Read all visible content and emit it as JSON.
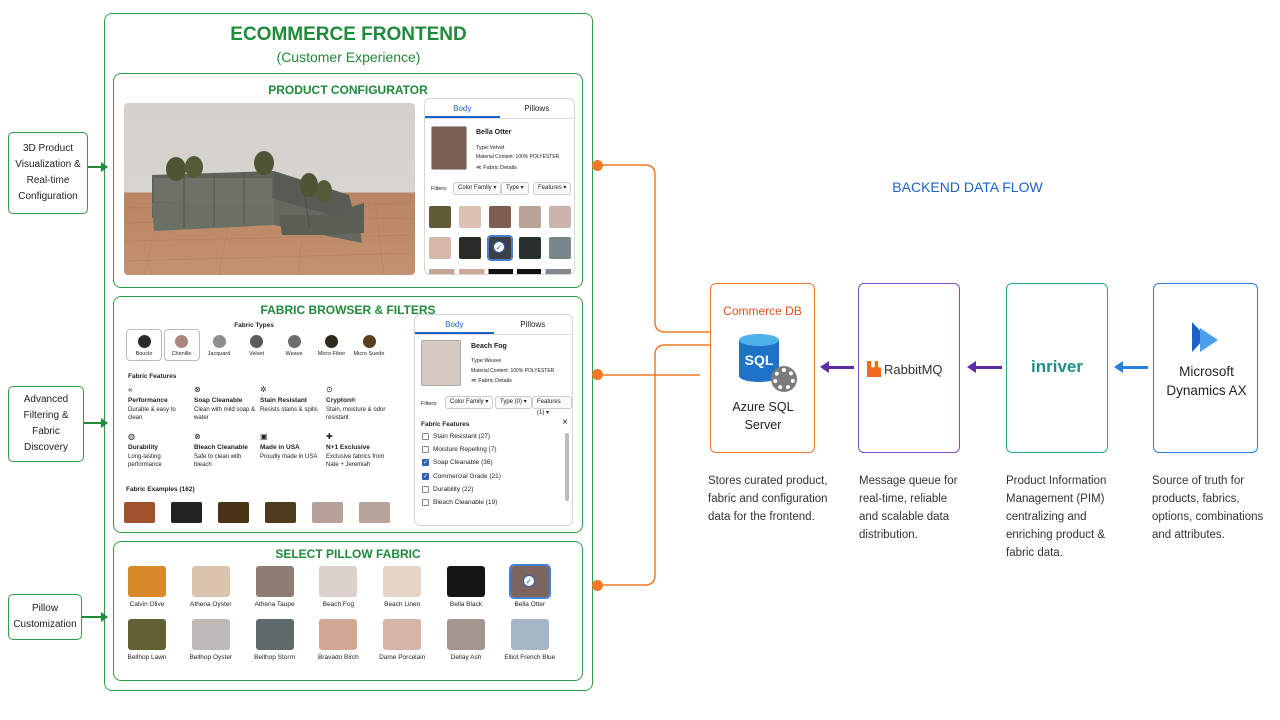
{
  "frontend": {
    "title": "ECOMMERCE FRONTEND",
    "subtitle": "(Customer Experience)"
  },
  "side_labels": {
    "viz": "3D Product Visualization & Real-time Configuration",
    "filter": "Advanced Filtering & Fabric Discovery",
    "pillow": "Pillow Customization"
  },
  "configurator": {
    "title": "PRODUCT CONFIGURATOR",
    "tabs": [
      "Body",
      "Pillows"
    ],
    "fabric_name": "Bella Otter",
    "type": "Type:Velvet",
    "material": "Material Content: 100% POLYESTER",
    "details_link": "≪ Fabric Details",
    "filters_label": "Filters:",
    "filter_options": [
      "Color Family",
      "Type",
      "Features"
    ],
    "swatch_colors": [
      "#5f5a34",
      "#dcc2b2",
      "#7f5e52",
      "#b9a297",
      "#cbb4ac",
      "#d6b9a8",
      "#2a2a26",
      "#3e3f44",
      "#25302f",
      "#7a8689"
    ]
  },
  "browser": {
    "title": "FABRIC BROWSER & FILTERS",
    "types_heading": "Fabric Types",
    "types": [
      {
        "label": "Boucle",
        "color": "#2b2b2b"
      },
      {
        "label": "Chenille",
        "color": "#a9877a"
      },
      {
        "label": "Jacquard",
        "color": "#8e8e8e"
      },
      {
        "label": "Velvet",
        "color": "#5b5b5b"
      },
      {
        "label": "Weave",
        "color": "#6e6e6e"
      },
      {
        "label": "Micro Fiber",
        "color": "#2f2a1e"
      },
      {
        "label": "Micro Suede",
        "color": "#5a3f1f"
      }
    ],
    "features_heading": "Fabric Features",
    "features": [
      {
        "icon": "«",
        "name": "Performance",
        "desc": "Durable & easy to clean"
      },
      {
        "icon": "⊗",
        "name": "Soap Cleanable",
        "desc": "Clean with mild soap & water"
      },
      {
        "icon": "✲",
        "name": "Stain Resistant",
        "desc": "Resists stains & spills"
      },
      {
        "icon": "⊙",
        "name": "Crypton®",
        "desc": "Stain, moisture & odor resistant"
      },
      {
        "icon": "◍",
        "name": "Durability",
        "desc": "Long-lasting performance"
      },
      {
        "icon": "⊗",
        "name": "Bleach Cleanable",
        "desc": "Safe to clean with bleach"
      },
      {
        "icon": "▣",
        "name": "Made in USA",
        "desc": "Proudly made in USA"
      },
      {
        "icon": "✚",
        "name": "N+1 Exclusive",
        "desc": "Exclusive fabrics from Nate + Jeremiah"
      }
    ],
    "examples_heading": "Fabric Examples (162)",
    "example_colors": [
      "#a0522d",
      "#222222",
      "#4a3418",
      "#4e3b1e",
      "#b8a198",
      "#b9a49b"
    ],
    "panel": {
      "tabs": [
        "Body",
        "Pillows"
      ],
      "fabric_name": "Beach Fog",
      "type": "Type:Weave",
      "material": "Material Content: 100% POLYESTER",
      "details_link": "≪ Fabric Details",
      "filters_label": "Filters:",
      "filter_options": [
        "Color Family",
        "Type (0)",
        "Features (1)"
      ],
      "features_heading": "Fabric Features",
      "close": "×",
      "checkboxes": [
        {
          "label": "Stain Resistant (27)",
          "checked": false
        },
        {
          "label": "Moisture Repelling (7)",
          "checked": false
        },
        {
          "label": "Soap Cleanable (36)",
          "checked": true
        },
        {
          "label": "Commercial Grade (21)",
          "checked": true
        },
        {
          "label": "Durability (22)",
          "checked": false
        },
        {
          "label": "Bleach Cleanable (19)",
          "checked": false
        }
      ]
    }
  },
  "pillow": {
    "title": "SELECT PILLOW FABRIC",
    "fabrics": [
      {
        "name": "Calvin Olive",
        "color": "#d88a2a"
      },
      {
        "name": "Athena Oyster",
        "color": "#dcc3ad"
      },
      {
        "name": "Athena Taupe",
        "color": "#8e7d75"
      },
      {
        "name": "Beach Fog",
        "color": "#ddd1cc"
      },
      {
        "name": "Beach Linen",
        "color": "#e5d5c8"
      },
      {
        "name": "Bella Black",
        "color": "#141414"
      },
      {
        "name": "Bella Otter",
        "color": "#7b655c"
      },
      {
        "name": "Bellhop Lawn",
        "color": "#636036"
      },
      {
        "name": "Bellhop Oyster",
        "color": "#bdbab7"
      },
      {
        "name": "Bellhop Storm",
        "color": "#5f6a6b"
      },
      {
        "name": "Bravado Birch",
        "color": "#d2a793"
      },
      {
        "name": "Dame Porcelain",
        "color": "#d4b5a6"
      },
      {
        "name": "Dellay Ash",
        "color": "#a5958f"
      },
      {
        "name": "Elliot French Blue",
        "color": "#a7b6c6"
      }
    ]
  },
  "backend": {
    "title": "BACKEND DATA FLOW",
    "commerce_db": {
      "label": "Commerce DB",
      "logo_text": "SQL",
      "name": "Azure SQL Server",
      "desc": "Stores curated product, fabric and configuration data for the frontend."
    },
    "rabbitmq": {
      "logo_text": "RabbitMQ",
      "desc": "Message queue for real-time, reliable and scalable data distribution."
    },
    "inriver": {
      "logo_text": "inriver",
      "desc": "Product Information Management (PIM) centralizing and enriching product & fabric data."
    },
    "dynamics": {
      "name": "Microsoft Dynamics AX",
      "desc": "Source of truth for products, fabrics, options, combinations and attributes."
    }
  },
  "colors": {
    "frontend_green": "#1f8a3a",
    "connector_orange": "#f07a28",
    "sql_border": "#f07a28",
    "rabbit_border": "#7b4fb8",
    "inriver_border": "#2aa39a",
    "dynamics_border": "#2a7fe0",
    "backend_title": "#1b63c9"
  }
}
